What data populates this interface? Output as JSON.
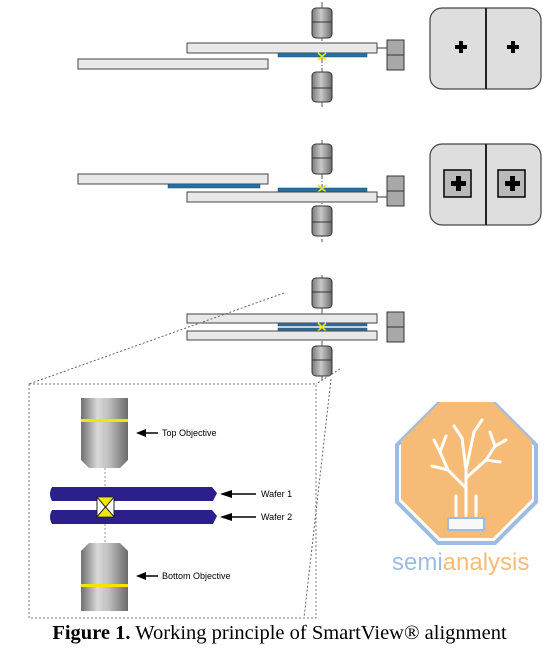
{
  "figure": {
    "caption_label": "Figure 1.",
    "caption_text": " Working principle of SmartView® alignment"
  },
  "detail": {
    "labels": {
      "top_objective": "Top Objective",
      "wafer1": "Wafer 1",
      "wafer2": "Wafer 2",
      "bottom_objective": "Bottom Objective"
    }
  },
  "watermark": {
    "word_part1": "semi",
    "word_part2": "analysis"
  },
  "colors": {
    "wafer_fill": "#e8e8e8",
    "bonded_layer": "#2a6e9c",
    "detail_wafer": "#2b1f8c",
    "marker_yellow": "#f2e600",
    "objective_gray": "#9a9a9a",
    "watermark_orange": "#f4a64a",
    "watermark_blue": "#7ea6d8"
  }
}
